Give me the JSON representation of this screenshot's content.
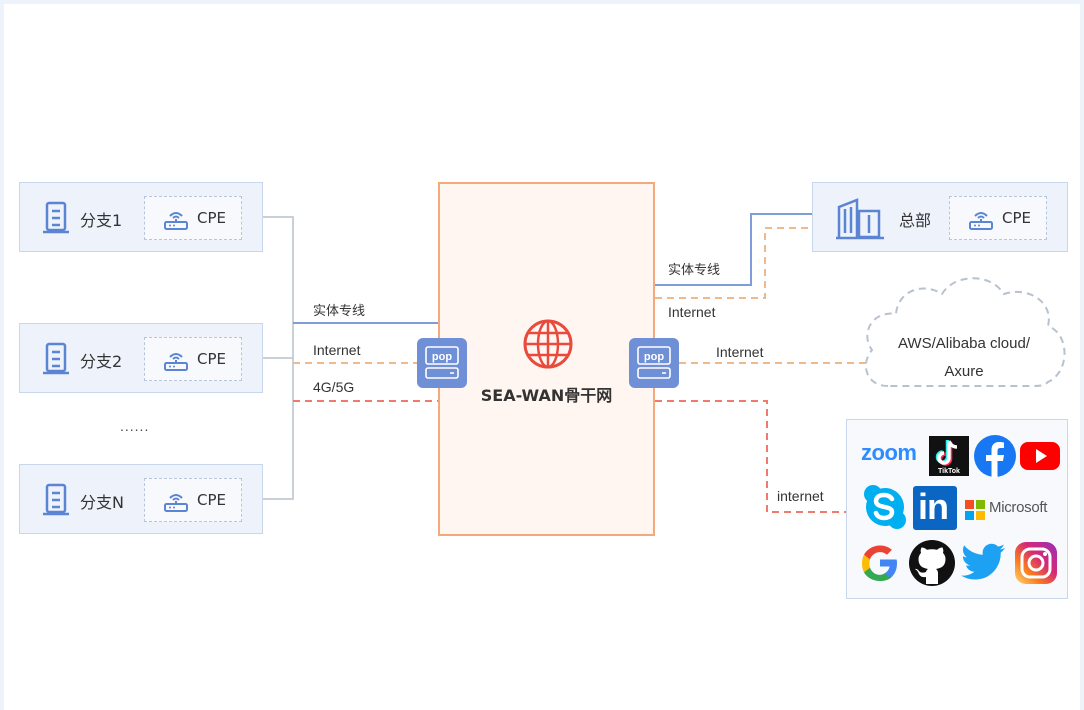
{
  "branches": [
    {
      "label": "分支1",
      "cpe": "CPE"
    },
    {
      "label": "分支2",
      "cpe": "CPE"
    },
    {
      "label": "分支N",
      "cpe": "CPE"
    }
  ],
  "ellipsis": "......",
  "headquarters": {
    "label": "总部",
    "cpe": "CPE"
  },
  "backbone": {
    "label": "SEA-WAN骨干网",
    "pop_label": "pop"
  },
  "links_left": {
    "dedicated": "实体专线",
    "internet": "Internet",
    "mobile": "4G/5G"
  },
  "links_right": {
    "dedicated": "实体专线",
    "internet_hq": "Internet",
    "internet_cloud": "Internet",
    "internet_apps": "internet"
  },
  "cloud": {
    "line1": "AWS/Alibaba cloud/",
    "line2": "Axure"
  },
  "apps": {
    "zoom": "zoom",
    "tiktok": "TikTok",
    "microsoft": "Microsoft",
    "linkedin": "in",
    "icons": [
      "zoom-logo",
      "tiktok-logo",
      "facebook-logo",
      "youtube-logo",
      "skype-logo",
      "linkedin-logo",
      "microsoft-logo",
      "google-logo",
      "github-logo",
      "twitter-logo",
      "instagram-logo"
    ]
  },
  "colors": {
    "blue_line": "#7f9ed8",
    "orange_dash": "#f0b98c",
    "red_dash": "#ee7b6b",
    "core_border": "#f3a97c",
    "globe": "#e84b3c",
    "pop": "#6f8fd6"
  }
}
